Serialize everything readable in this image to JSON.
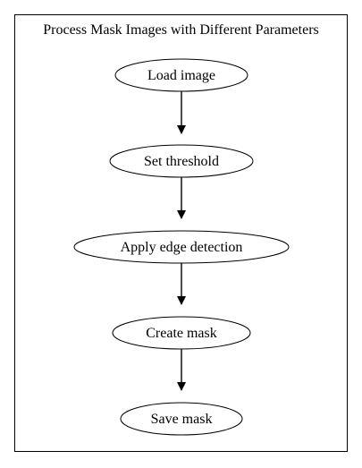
{
  "diagram": {
    "title": "Process Mask Images with Different Parameters",
    "nodes": [
      {
        "id": "load",
        "label": "Load image"
      },
      {
        "id": "threshold",
        "label": "Set threshold"
      },
      {
        "id": "edge",
        "label": "Apply edge detection"
      },
      {
        "id": "create",
        "label": "Create mask"
      },
      {
        "id": "save",
        "label": "Save mask"
      }
    ],
    "edges": [
      {
        "from": "load",
        "to": "threshold"
      },
      {
        "from": "threshold",
        "to": "edge"
      },
      {
        "from": "edge",
        "to": "create"
      },
      {
        "from": "create",
        "to": "save"
      }
    ]
  }
}
